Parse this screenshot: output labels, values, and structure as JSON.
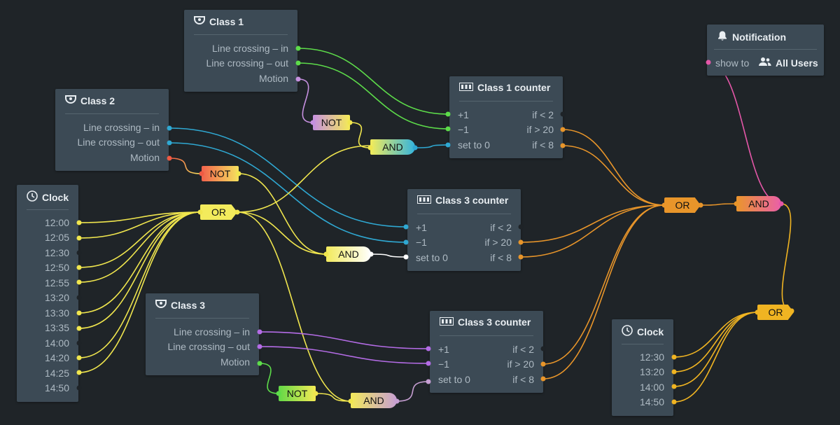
{
  "colors": {
    "background": "#1f2428",
    "node": "#3c4a55",
    "green": "#5ddc4a",
    "blue": "#2fa8d2",
    "purple": "#b46ce6",
    "yellow": "#f0e64e",
    "orange": "#e8952a",
    "pink": "#e457a8",
    "red": "#ef5a43"
  },
  "class1": {
    "title": "Class 1",
    "icon": "camera-icon",
    "inputs": [
      "Line crossing – in",
      "Line crossing – out",
      "Motion"
    ]
  },
  "class2": {
    "title": "Class 2",
    "icon": "camera-icon",
    "inputs": [
      "Line crossing – in",
      "Line crossing – out",
      "Motion"
    ]
  },
  "class3": {
    "title": "Class 3",
    "icon": "camera-icon",
    "inputs": [
      "Line crossing – in",
      "Line crossing – out",
      "Motion"
    ]
  },
  "clock1": {
    "title": "Clock",
    "icon": "clock-icon",
    "times": [
      "12:00",
      "12:05",
      "12:30",
      "12:50",
      "12:55",
      "13:20",
      "13:30",
      "13:35",
      "14:00",
      "14:20",
      "14:25",
      "14:50"
    ]
  },
  "clock2": {
    "title": "Clock",
    "icon": "clock-icon",
    "times": [
      "12:30",
      "13:20",
      "14:00",
      "14:50"
    ]
  },
  "counter1": {
    "title": "Class 1 counter",
    "icon": "counter-icon",
    "left": [
      "+1",
      "−1",
      "set to 0"
    ],
    "right": [
      "if < 2",
      "if > 20",
      "if < 8"
    ]
  },
  "counter3a": {
    "title": "Class 3 counter",
    "icon": "counter-icon",
    "left": [
      "+1",
      "−1",
      "set to 0"
    ],
    "right": [
      "if < 2",
      "if > 20",
      "if < 8"
    ]
  },
  "counter3b": {
    "title": "Class 3 counter",
    "icon": "counter-icon",
    "left": [
      "+1",
      "−1",
      "set to 0"
    ],
    "right": [
      "if < 2",
      "if > 20",
      "if < 8"
    ]
  },
  "notification": {
    "title": "Notification",
    "icon": "bell-icon",
    "show_to_label": "show to",
    "users_icon": "users-icon",
    "users_value": "All Users"
  },
  "gates": {
    "not1": "NOT",
    "not2": "NOT",
    "not3": "NOT",
    "and1": "AND",
    "and2": "AND",
    "and3": "AND",
    "and_main": "AND",
    "or1": "OR",
    "or_main": "OR",
    "or2": "OR"
  }
}
